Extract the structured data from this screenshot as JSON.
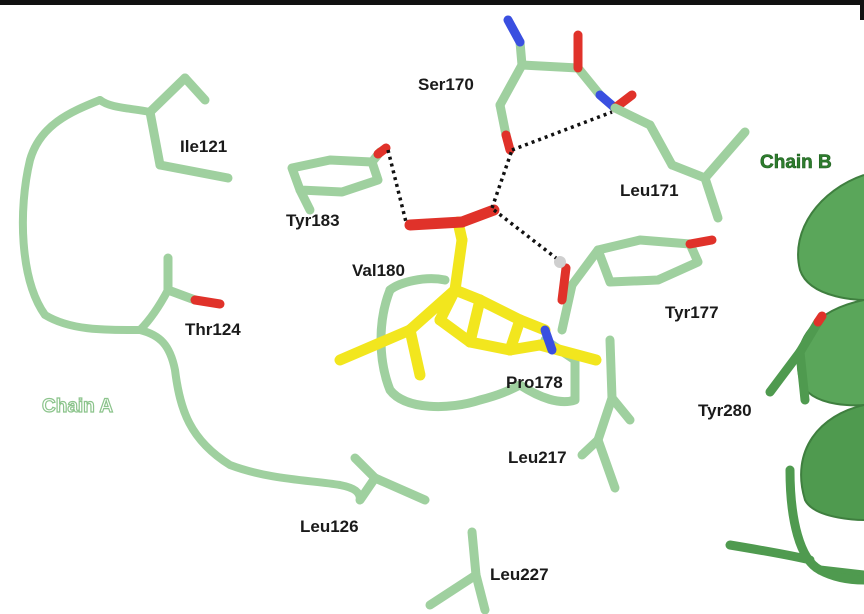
{
  "labels": {
    "ile121": "Ile121",
    "thr124": "Thr124",
    "leu126": "Leu126",
    "leu227": "Leu227",
    "tyr183": "Tyr183",
    "val180": "Val180",
    "ser170": "Ser170",
    "leu171": "Leu171",
    "tyr177": "Tyr177",
    "pro178": "Pro178",
    "leu217": "Leu217",
    "tyr280": "Tyr280",
    "chain_a": "Chain A",
    "chain_b": "Chain B"
  },
  "colors": {
    "chain_a_green": "#9fd09f",
    "chain_a_outline": "#7fb47f",
    "chain_b_green": "#4f9a4f",
    "ligand_yellow": "#f2e61e",
    "oxygen_red": "#e0322a",
    "nitrogen_blue": "#3a4fe0",
    "hbond_black": "#111111",
    "label_text": "#1a1a1a"
  }
}
